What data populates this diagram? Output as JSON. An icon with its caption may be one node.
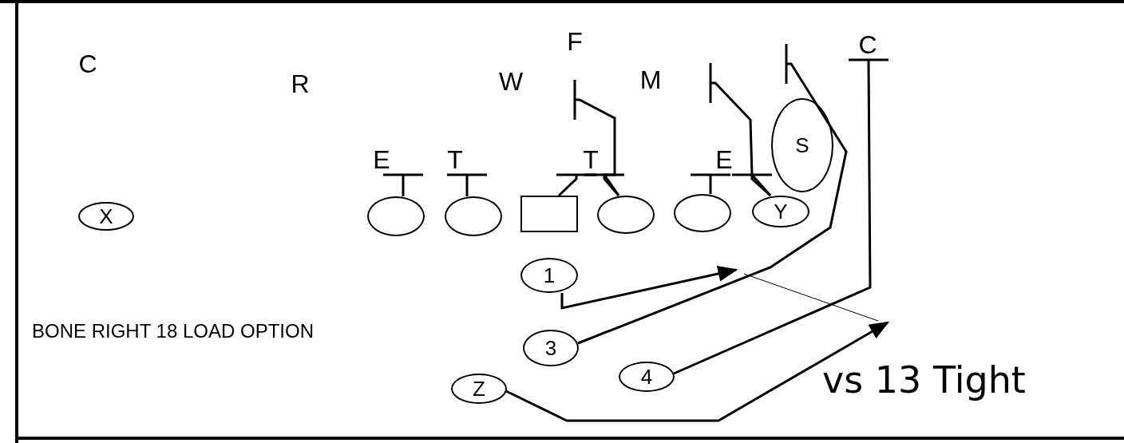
{
  "diagram": {
    "nodes": [
      {
        "text": [
          "F"
        ]
      },
      {
        "text": [
          "C"
        ]
      },
      {
        "text": [
          "C"
        ]
      },
      {
        "text": [
          "W"
        ]
      },
      {
        "text": [
          "M"
        ]
      },
      {
        "text": [
          "R"
        ]
      },
      {
        "text": [
          "E"
        ]
      },
      {
        "text": [
          "T"
        ]
      },
      {
        "text": [
          "T"
        ]
      },
      {
        "text": [
          "E"
        ]
      },
      {
        "text": [
          "S"
        ]
      },
      {
        "text": [
          "X"
        ]
      },
      {
        "text": [],
        "shape": "circle"
      },
      {
        "text": [],
        "shape": "circle"
      },
      {
        "text": [],
        "shape": "box"
      },
      {
        "text": [],
        "shape": "circle"
      },
      {
        "text": [],
        "shape": "circle"
      },
      {
        "text": [
          "Y"
        ]
      },
      {
        "text": [
          "1"
        ]
      },
      {
        "text": [
          "3"
        ]
      },
      {
        "text": [
          "Z"
        ]
      },
      {
        "text": [
          "4"
        ]
      }
    ],
    "edges": [
      {
        "from": 12,
        "to": 6,
        "arrow": "other"
      },
      {
        "from": 13,
        "to": 7,
        "arrow": "other"
      },
      {
        "from": 14,
        "to": 8,
        "arrow": "other"
      },
      {
        "from": 15,
        "to": 8,
        "arrow": "other"
      },
      {
        "from": 15,
        "to": 0,
        "arrow": "other"
      },
      {
        "from": 16,
        "to": 9,
        "arrow": "other"
      },
      {
        "from": 17,
        "to": 9,
        "arrow": "other"
      },
      {
        "from": 17,
        "to": 4,
        "arrow": "other"
      },
      {
        "from": 19,
        "to": null,
        "arrow": "other"
      },
      {
        "from": 18,
        "to": null,
        "arrow": "to"
      },
      {
        "from": 21,
        "to": 1,
        "arrow": "other"
      },
      {
        "from": 20,
        "to": null,
        "arrow": "to"
      }
    ],
    "labels": [
      "BONE RIGHT 18 LOAD OPTION",
      "vs 13 Tight"
    ]
  }
}
